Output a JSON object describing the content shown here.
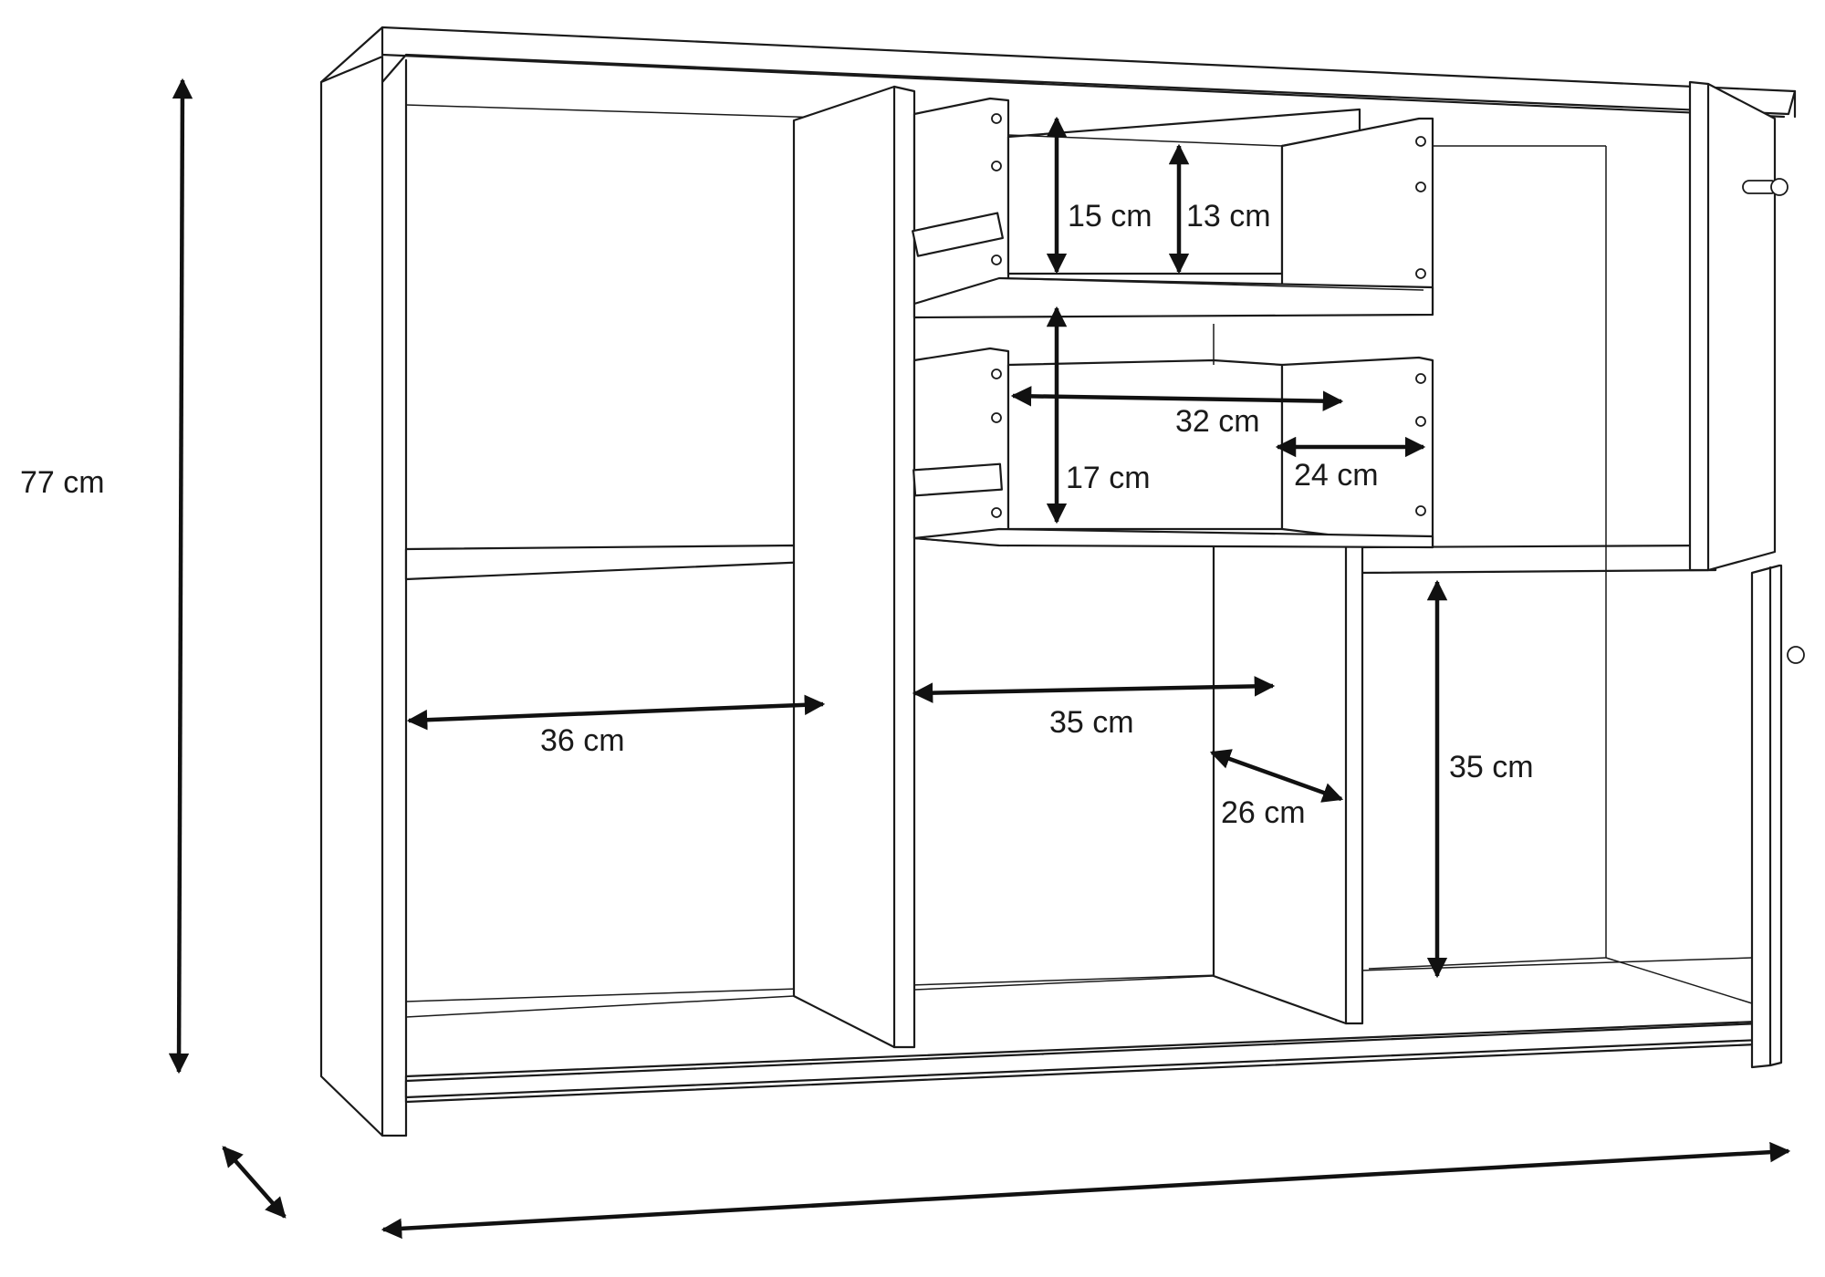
{
  "product": "sideboard",
  "dimensions": {
    "overall_height": "77 cm",
    "drawer_upper_inner_height": "15 cm",
    "drawer_upper_side_height": "13 cm",
    "drawer_lower_inner_height": "17 cm",
    "drawer_inner_width": "32 cm",
    "drawer_inner_depth": "24 cm",
    "left_compartment_width": "36 cm",
    "middle_compartment_width": "35 cm",
    "middle_compartment_depth": "26 cm",
    "right_compartment_height": "35 cm"
  },
  "colors": {
    "line": "#1a1a1a",
    "background": "#ffffff"
  }
}
